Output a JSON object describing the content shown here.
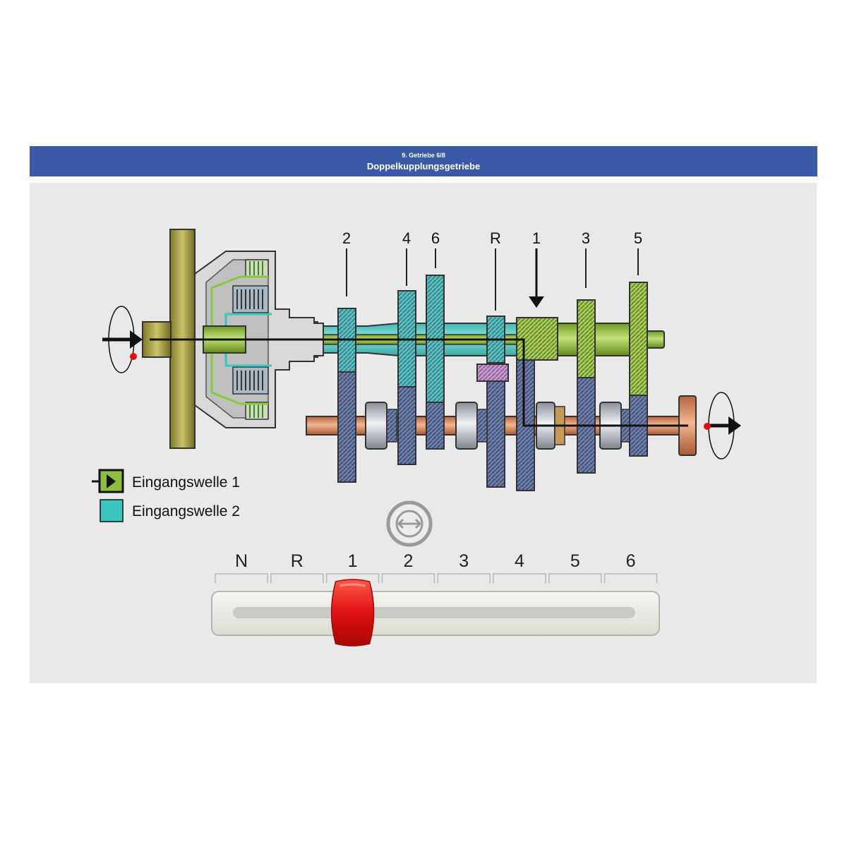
{
  "header": {
    "subtitle": "9. Getriebe 6/8",
    "title": "Doppelkupplungsgetriebe"
  },
  "gear_labels": [
    "2",
    "4",
    "6",
    "R",
    "1",
    "3",
    "5"
  ],
  "legend": [
    {
      "label": "Eingangswelle 1",
      "color": "#8fbf3a"
    },
    {
      "label": "Eingangswelle 2",
      "color": "#3cc6c0"
    }
  ],
  "selector": {
    "positions": [
      "N",
      "R",
      "1",
      "2",
      "3",
      "4",
      "5",
      "6"
    ],
    "selected": "1",
    "knob_color": "#e01010"
  },
  "toggle_icon": "swap-horizontal-icon"
}
